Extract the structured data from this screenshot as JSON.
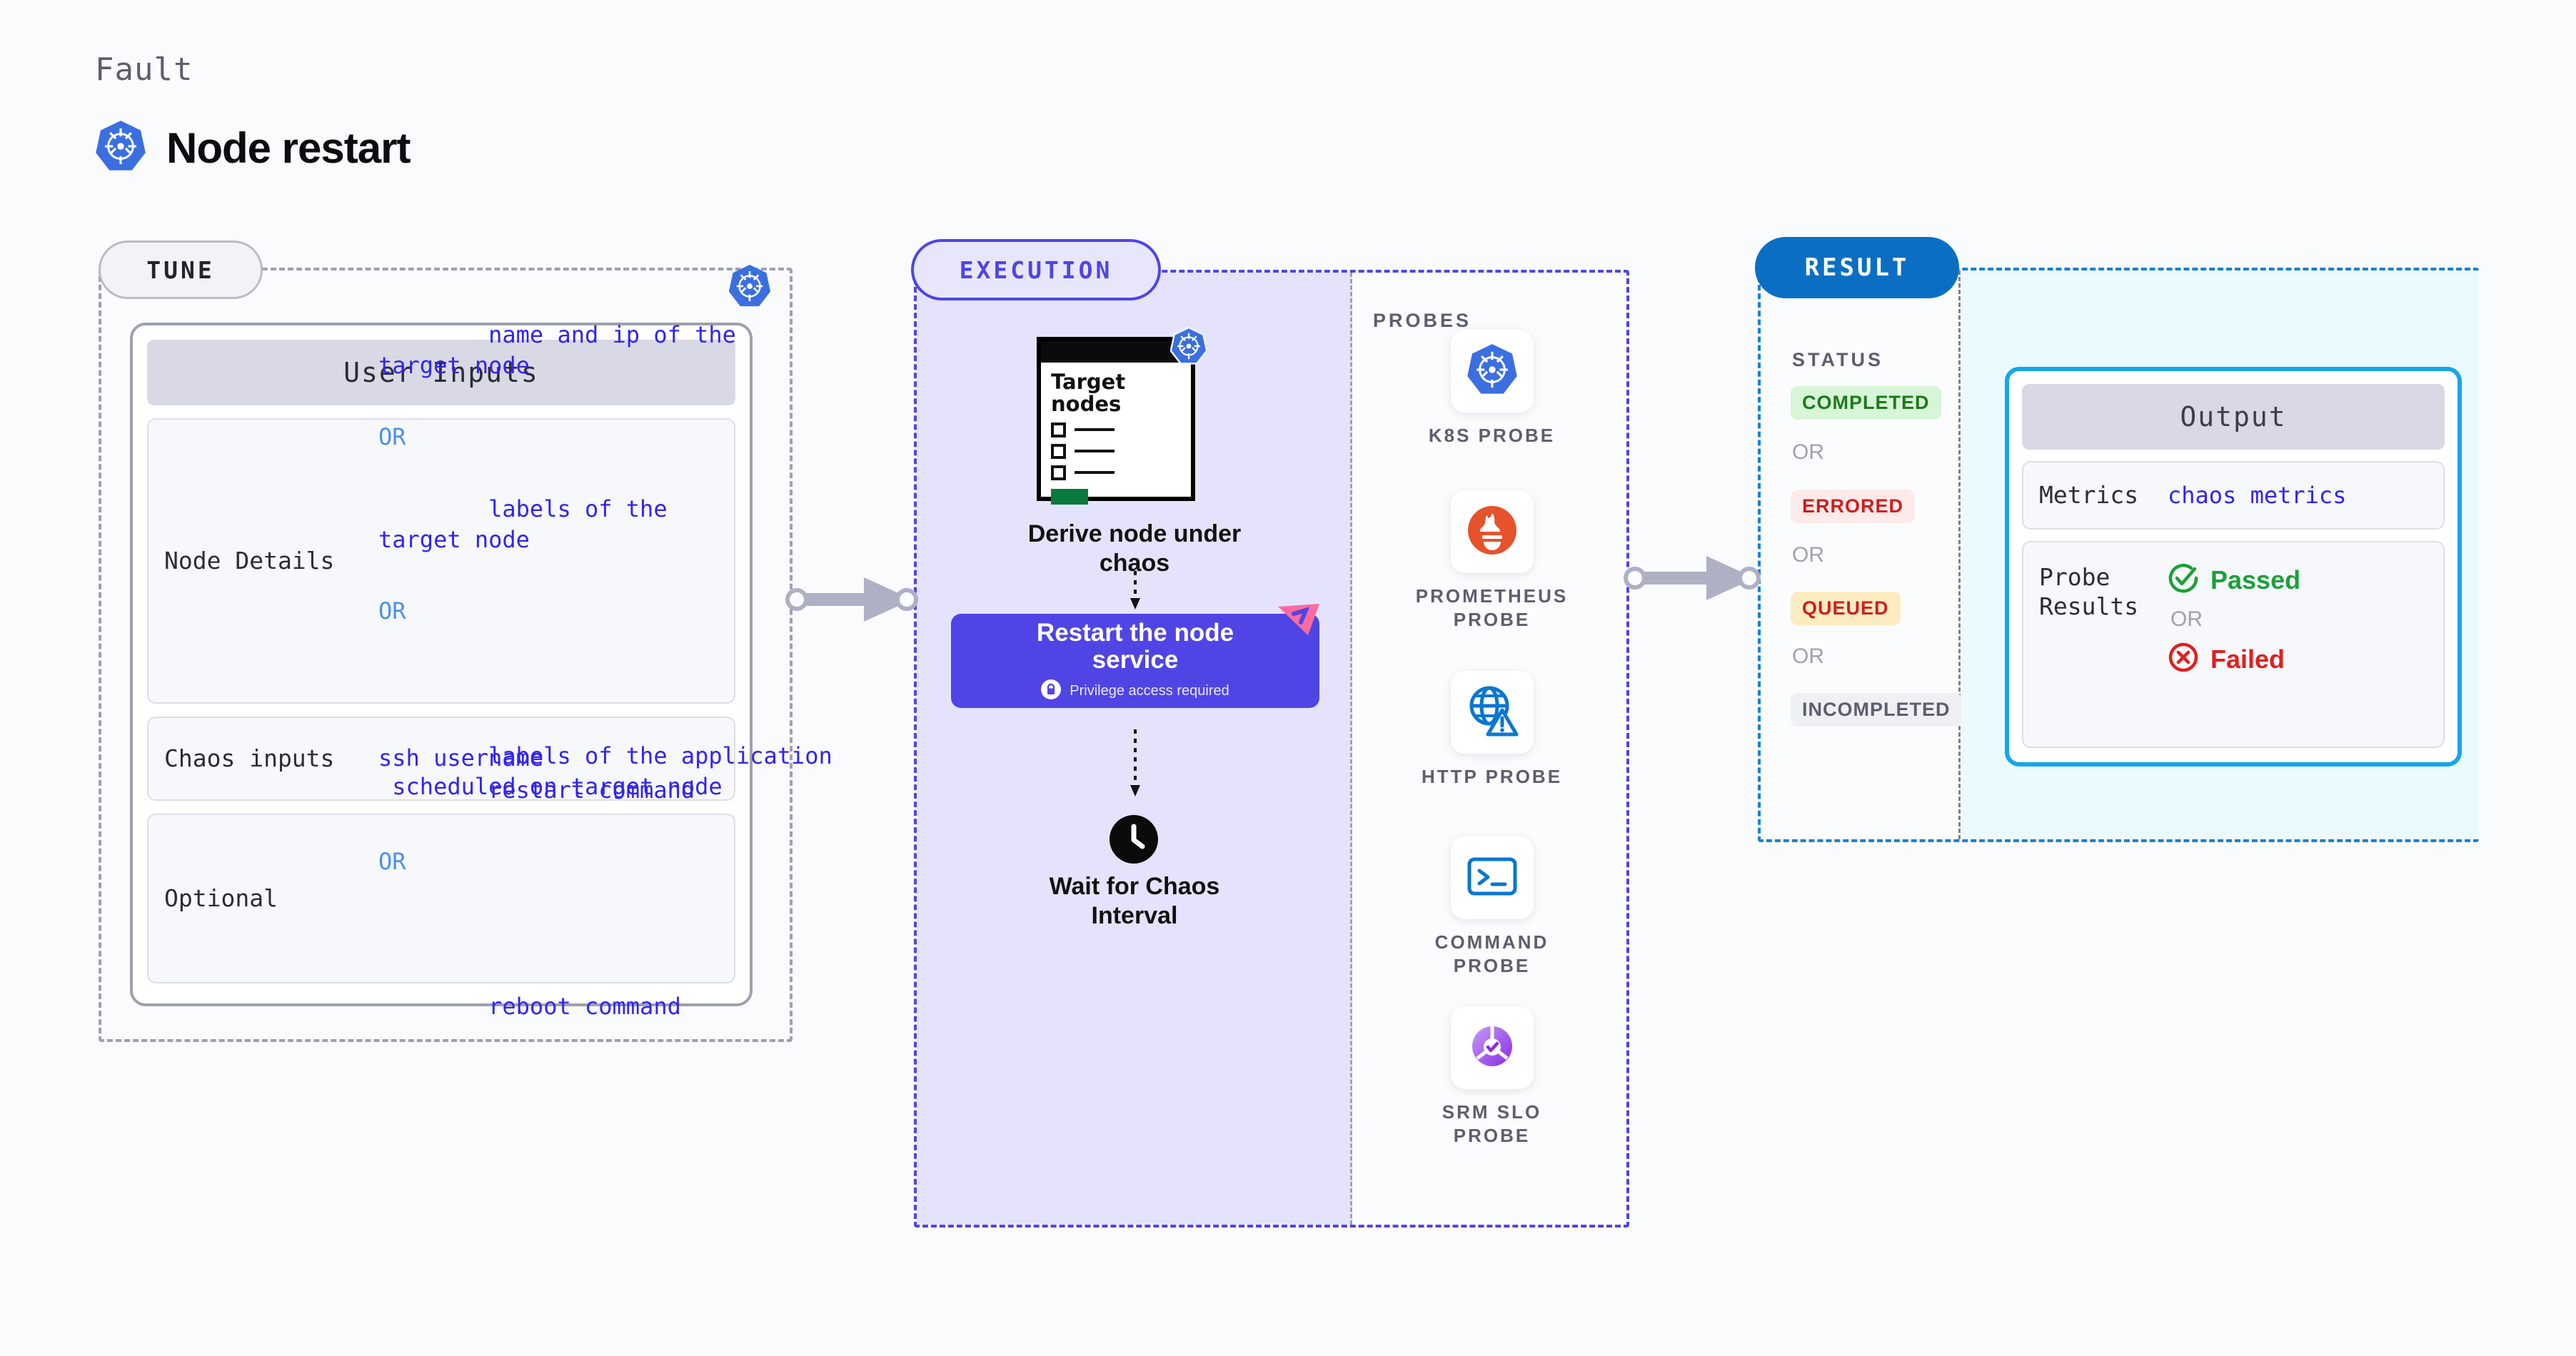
{
  "header": {
    "eyebrow": "Fault",
    "title": "Node restart",
    "icon": "kubernetes-icon"
  },
  "tune": {
    "pill_label": "TUNE",
    "badge_icon": "kubernetes-icon",
    "card_title": "User Inputs",
    "rows": [
      {
        "key": "Node Details",
        "value_1": "name and ip of the\ntarget node",
        "or_1": "OR",
        "value_2": "labels of the\ntarget node",
        "or_2": "OR",
        "value_3": "labels of the application\n scheduled on target node"
      },
      {
        "key": "Chaos inputs",
        "value_1": "ssh username"
      },
      {
        "key": "Optional",
        "value_1": "restart command",
        "or_1": "OR",
        "value_2": "reboot command"
      }
    ]
  },
  "execution": {
    "pill_label": "EXECUTION",
    "target_doc": {
      "title": "Target\nnodes",
      "k8s_icon": "kubernetes-icon"
    },
    "step_1_caption": "Derive node under\nchaos",
    "step_2": {
      "title": "Restart the node\nservice",
      "privilege_note": "Privilege access required",
      "lock_icon": "lock-icon",
      "ribbon_icon": "ribbon-flag-icon"
    },
    "step_3": {
      "icon": "clock-icon",
      "caption": "Wait for Chaos\nInterval"
    },
    "probes_label": "PROBES",
    "probes": [
      {
        "label": "K8S PROBE",
        "icon": "kubernetes-icon"
      },
      {
        "label": "PROMETHEUS\nPROBE",
        "icon": "prometheus-icon"
      },
      {
        "label": "HTTP PROBE",
        "icon": "globe-warning-icon"
      },
      {
        "label": "COMMAND\nPROBE",
        "icon": "terminal-icon"
      },
      {
        "label": "SRM SLO\nPROBE",
        "icon": "srm-slo-icon"
      }
    ]
  },
  "result": {
    "pill_label": "RESULT",
    "status_label": "STATUS",
    "or_label": "OR",
    "statuses": [
      {
        "label": "COMPLETED",
        "text_color": "#1d7a1d",
        "bg_color": "#d7f5d7"
      },
      {
        "label": "ERRORED",
        "text_color": "#cc1f1f",
        "bg_color": "#fdeaea"
      },
      {
        "label": "QUEUED",
        "text_color": "#cc1f1f",
        "bg_color": "#fdecc0"
      },
      {
        "label": "INCOMPLETED",
        "text_color": "#5b5f6e",
        "bg_color": "#eef0f4"
      }
    ],
    "output": {
      "title": "Output",
      "metrics_key": "Metrics",
      "metrics_value": "chaos metrics",
      "probe_key": "Probe\nResults",
      "passed_label": "Passed",
      "passed_icon": "check-circle-icon",
      "failed_label": "Failed",
      "failed_icon": "x-circle-icon",
      "or_label": "OR"
    }
  },
  "arrows": [
    {
      "name": "tune-to-execution"
    },
    {
      "name": "execution-to-result"
    }
  ],
  "colors": {
    "kubernetes_blue": "#3b6fe0",
    "execution_purple": "#4f45e4",
    "result_blue": "#0a6fc2",
    "output_cyan": "#16a6e8",
    "pass_green": "#1ba03a",
    "fail_red": "#e02020",
    "ribbon_pink": "#fb6ba0"
  }
}
